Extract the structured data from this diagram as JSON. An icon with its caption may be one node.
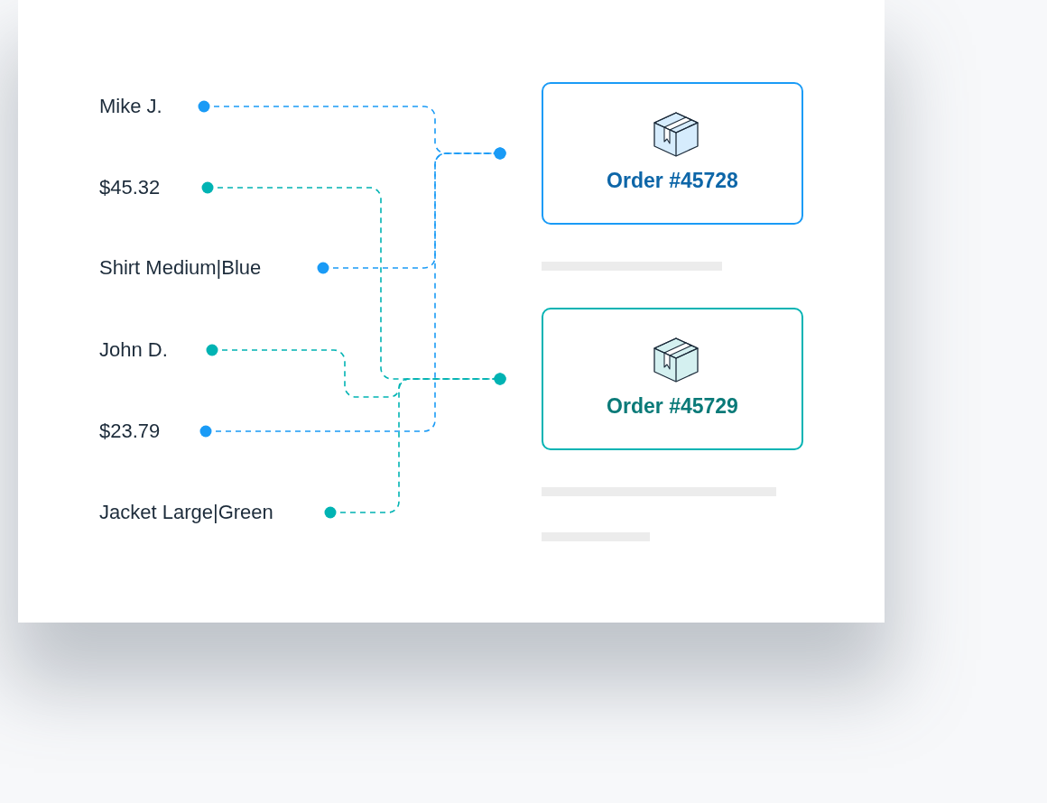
{
  "diagram": {
    "nodes": [
      {
        "text": [
          "Mike J."
        ]
      },
      {
        "text": [
          "$45.32"
        ]
      },
      {
        "text": [
          "Shirt Medium|Blue"
        ]
      },
      {
        "text": [
          "John D."
        ]
      },
      {
        "text": [
          "$23.79"
        ]
      },
      {
        "text": [
          "Jacket Large|Green"
        ]
      },
      {
        "text": [
          "Order #45728"
        ]
      },
      {
        "text": [
          "Order #45729"
        ]
      }
    ],
    "edges": [
      {
        "from": 0,
        "to": 6,
        "arrow": "other",
        "style": "dashed",
        "color": "#1a9bf6"
      },
      {
        "from": 2,
        "to": 6,
        "arrow": "other",
        "style": "dashed",
        "color": "#1a9bf6"
      },
      {
        "from": 4,
        "to": 6,
        "arrow": "other",
        "style": "dashed",
        "color": "#1a9bf6"
      },
      {
        "from": 1,
        "to": 7,
        "arrow": "other",
        "style": "dashed",
        "color": "#00b3b3"
      },
      {
        "from": 3,
        "to": 7,
        "arrow": "other",
        "style": "dashed",
        "color": "#00b3b3"
      },
      {
        "from": 5,
        "to": 7,
        "arrow": "other",
        "style": "dashed",
        "color": "#00b3b3"
      }
    ]
  }
}
